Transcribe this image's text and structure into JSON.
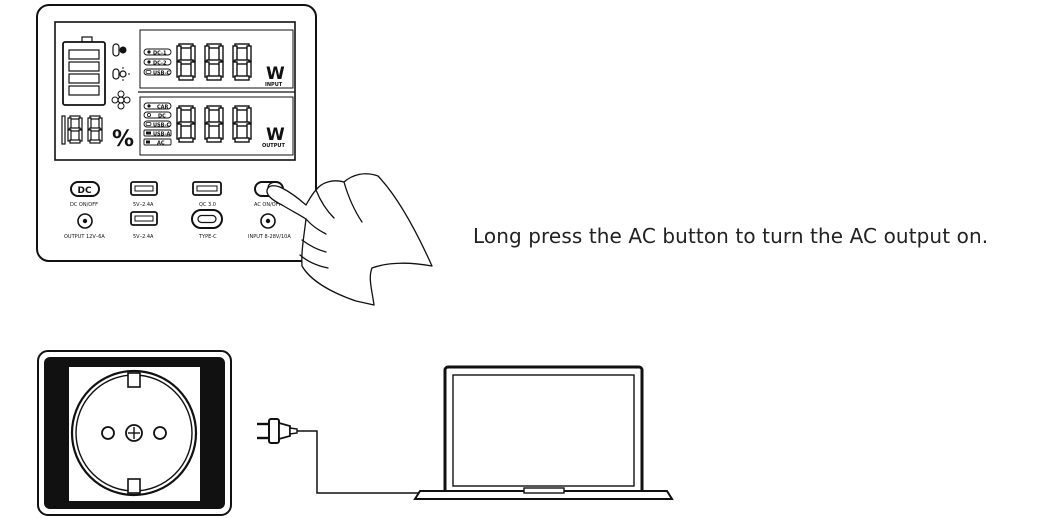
{
  "instruction": "Long press the AC button to turn the AC output on.",
  "panel": {
    "input_display": {
      "port_labels": [
        "DC-1",
        "DC-2",
        "USB-C"
      ],
      "unit": "W",
      "caption": "INPUT"
    },
    "output_display": {
      "port_labels": [
        "CAR",
        "DC",
        "USB-C",
        "USB-A",
        "AC"
      ],
      "unit": "W",
      "caption": "OUTPUT"
    },
    "percent_sign": "%",
    "controls": {
      "dc_button_label": "DC",
      "dc_caption": "DC ON/OFF",
      "usb1_caption": "5V–2.4A",
      "qc_caption": "QC 3.0",
      "ac_caption": "AC ON/OFF",
      "output_jack_caption": "OUTPUT 12V–6A",
      "usb2_caption": "5V–2.4A",
      "typec_caption": "TYPE-C",
      "input_jack_caption": "INPUT 8-28V/10A"
    }
  },
  "colors": {
    "stroke": "#111111",
    "text": "#222222",
    "background": "#ffffff"
  },
  "icons": [
    "hand-pointer-icon",
    "wall-socket-icon",
    "ac-plug-icon",
    "laptop-icon"
  ]
}
